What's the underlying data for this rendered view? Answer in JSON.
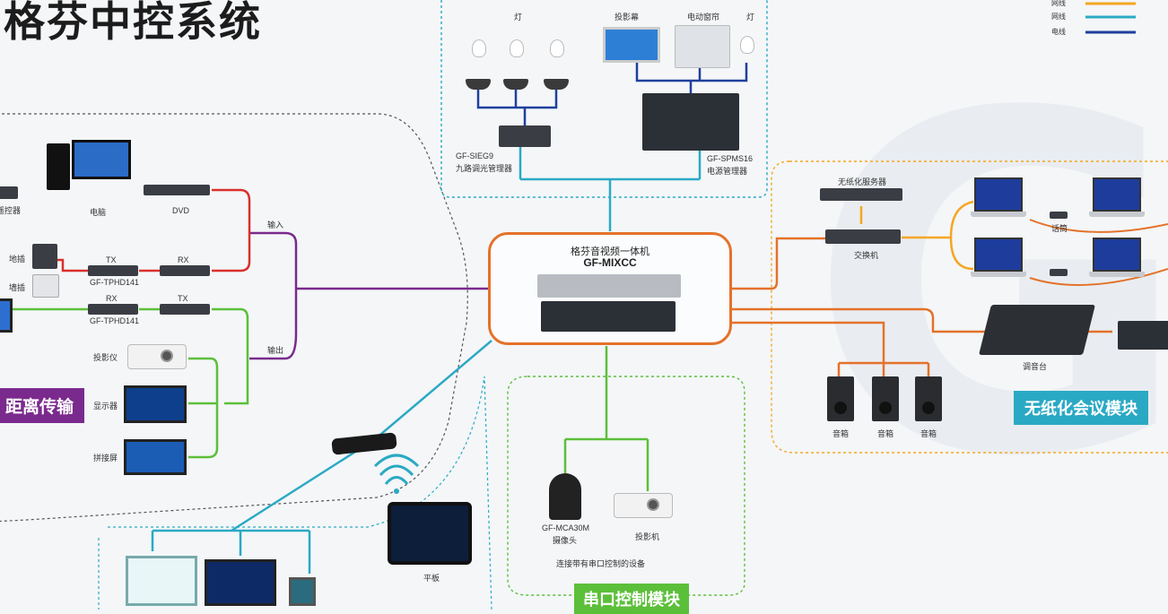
{
  "title": "格芬中控系统",
  "legend": {
    "items": [
      {
        "label": "网线",
        "color": "#f5a623"
      },
      {
        "label": "网线",
        "color": "#2aa9c4"
      },
      {
        "label": "电线",
        "color": "#1f3f9c"
      }
    ]
  },
  "modules": {
    "distance_transmission": "距离传输",
    "paperless_meeting": "无纸化会议模块",
    "serial_control": "串口控制模块"
  },
  "hub": {
    "name": "格芬音视频一体机",
    "model": "GF-MIXCC"
  },
  "top_zone": {
    "lamp_label_left": "灯",
    "lamp_label_right": "灯",
    "projector_screen": "投影幕",
    "curtain": "电动窗帘",
    "dimmer_model": "GF-SIEG9",
    "dimmer_name": "九路调光管理器",
    "power_model": "GF-SPMS16",
    "power_name": "电源管理器"
  },
  "left_zone": {
    "controller": "遥控器",
    "computer": "电脑",
    "dvd": "DVD",
    "floor_box": "地插",
    "wall_box": "墙插",
    "tx1": "TX",
    "rx1": "RX",
    "model1": "GF-TPHD141",
    "rx2": "RX",
    "tx2": "TX",
    "model2": "GF-TPHD141",
    "input": "输入",
    "output": "输出",
    "projector": "投影仪",
    "display": "显示器",
    "led_screen": "拼接屏"
  },
  "right_zone": {
    "paperless_server": "无纸化服务器",
    "switch": "交换机",
    "microphone": "话筒",
    "mixer": "调音台",
    "speaker1": "音箱",
    "speaker2": "音箱",
    "speaker3": "音箱"
  },
  "bottom_zone": {
    "camera_model": "GF-MCA30M",
    "camera_name": "摄像头",
    "projector": "投影机",
    "serial_note": "连接带有串口控制的设备",
    "tablet": "平板"
  },
  "colors": {
    "hub_border": "#e4722a",
    "purple": "#7a2a8c",
    "green": "#5cbf3a",
    "teal": "#2aa9c4",
    "red": "#d9302c",
    "orange": "#e4722a",
    "yellow": "#f5a623",
    "navy": "#1f3f9c"
  }
}
